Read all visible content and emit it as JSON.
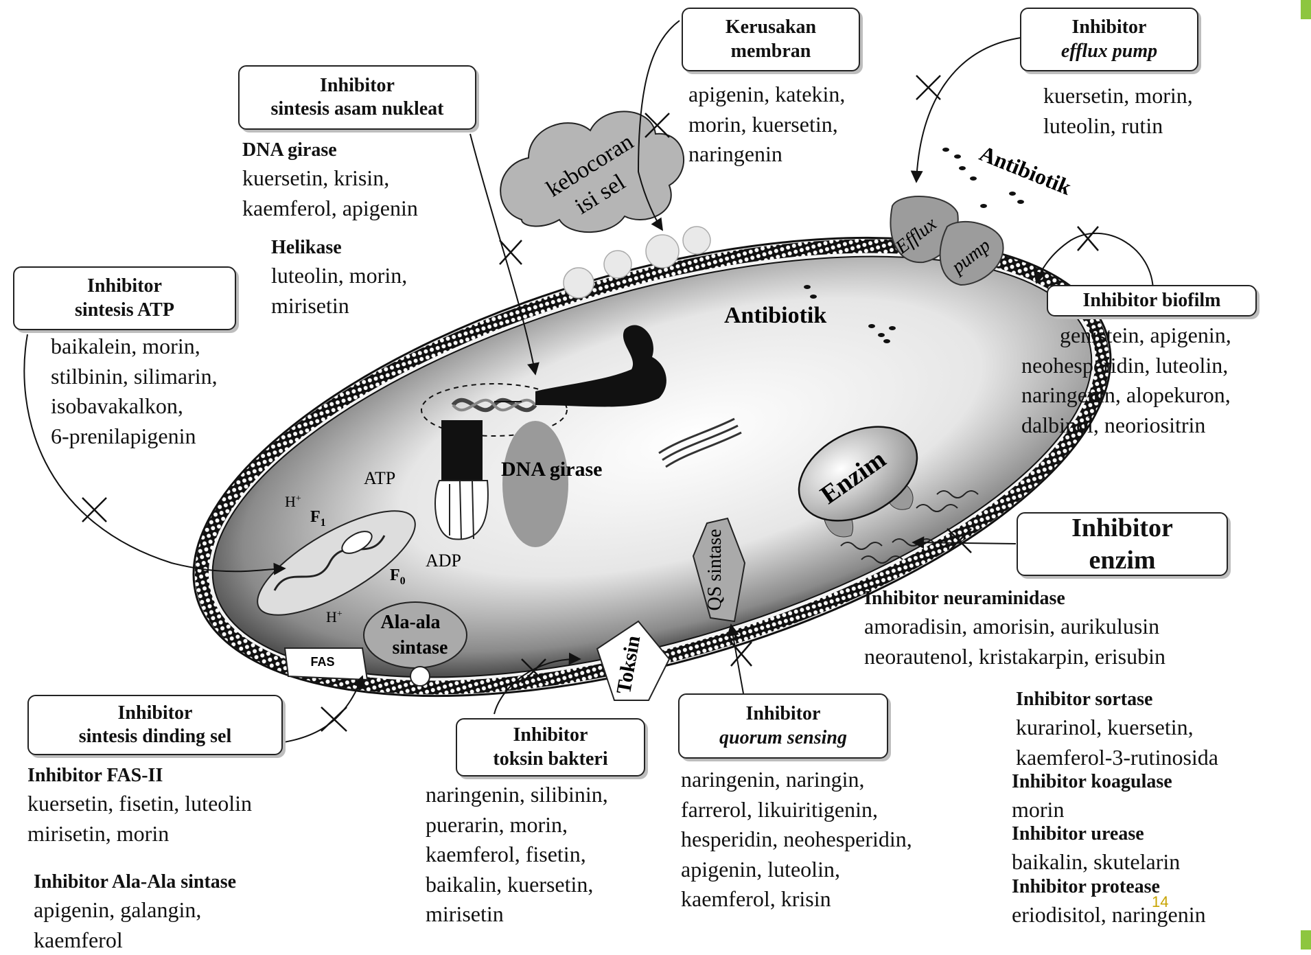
{
  "colors": {
    "accent": "#8dc63f",
    "page_number": "#c8a400"
  },
  "boxes": {
    "asam_nukleat": {
      "line1": "Inhibitor",
      "line2": "sintesis asam nukleat"
    },
    "membran": {
      "line1": "Kerusakan",
      "line2": "membran"
    },
    "efflux": {
      "line1": "Inhibitor",
      "line2": "efflux pump"
    },
    "atp": {
      "line1": "Inhibitor",
      "line2": "sintesis ATP"
    },
    "biofilm": {
      "line1": "Inhibitor biofilm"
    },
    "enzim": {
      "line1": "Inhibitor",
      "line2": "enzim"
    },
    "dinding": {
      "line1": "Inhibitor",
      "line2": "sintesis dinding sel"
    },
    "toksin": {
      "line1": "Inhibitor",
      "line2": "toksin bakteri"
    },
    "quorum": {
      "line1": "Inhibitor",
      "line2": "quorum sensing"
    }
  },
  "lists": {
    "dna_girase": {
      "heading": "DNA girase",
      "lines": [
        "kuersetin, krisin,",
        "kaemferol, apigenin"
      ]
    },
    "helikase": {
      "heading": "Helikase",
      "lines": [
        "luteolin, morin,",
        "mirisetin"
      ]
    },
    "membran": {
      "lines": [
        "apigenin, katekin,",
        "morin, kuersetin,",
        "naringenin"
      ]
    },
    "efflux": {
      "lines": [
        "kuersetin, morin,",
        "luteolin, rutin"
      ]
    },
    "atp": {
      "lines": [
        "baikalein, morin,",
        "stilbinin, silimarin,",
        "isobavakalkon,",
        "6-prenilapigenin"
      ]
    },
    "biofilm": {
      "lines": [
        "genistein, apigenin,",
        "neohesperidin, luteolin,",
        "naringenin, alopekuron,",
        "dalbinol, neoriositrin"
      ]
    },
    "neuraminidase": {
      "heading": "Inhibitor neuraminidase",
      "lines": [
        "amoradisin, amorisin, aurikulusin",
        "neorautenol, kristakarpin, erisubin"
      ]
    },
    "sortase": {
      "heading": "Inhibitor sortase",
      "lines": [
        "kurarinol, kuersetin,",
        "kaemferol-3-rutinosida"
      ]
    },
    "koagulase": {
      "heading": "Inhibitor koagulase",
      "lines": [
        "morin"
      ]
    },
    "urease": {
      "heading": "Inhibitor urease",
      "lines": [
        "baikalin, skutelarin"
      ]
    },
    "protease": {
      "heading": "Inhibitor protease",
      "lines": [
        "eriodisitol, naringenin"
      ]
    },
    "fas2": {
      "heading": "Inhibitor FAS-II",
      "lines": [
        "kuersetin, fisetin, luteolin",
        "mirisetin, morin"
      ]
    },
    "ala_ala": {
      "heading": "Inhibitor Ala-Ala sintase",
      "lines": [
        "apigenin, galangin,",
        "kaemferol"
      ]
    },
    "toksin": {
      "lines": [
        "naringenin, silibinin,",
        "puerarin, morin,",
        "kaemferol, fisetin,",
        "baikalin, kuersetin,",
        "mirisetin"
      ]
    },
    "quorum": {
      "lines": [
        "naringenin, naringin,",
        "farrerol, likuiritigenin,",
        "hesperidin, neohesperidin,",
        "apigenin, luteolin,",
        "kaemferol, krisin"
      ]
    }
  },
  "cell_labels": {
    "kebocoran_1": "kebocoran",
    "kebocoran_2": "isi sel",
    "antibiotik_outside": "Antibiotik",
    "antibiotik_inside": "Antibiotik",
    "efflux": "Efflux",
    "pump": "pump",
    "dna_girase": "DNA girase",
    "enzim": "Enzim",
    "qs_sintase": "QS sintase",
    "ala_ala_1": "Ala-ala",
    "ala_ala_2": "sintase",
    "fas": "FAS",
    "toksin": "Toksin",
    "atp": "ATP",
    "adp": "ADP",
    "f1": "F",
    "f1_sub": "1",
    "f0": "F",
    "f0_sub": "0",
    "h_plus_top": "H",
    "h_plus_bottom": "H",
    "plus": "+"
  },
  "page_number": "14"
}
